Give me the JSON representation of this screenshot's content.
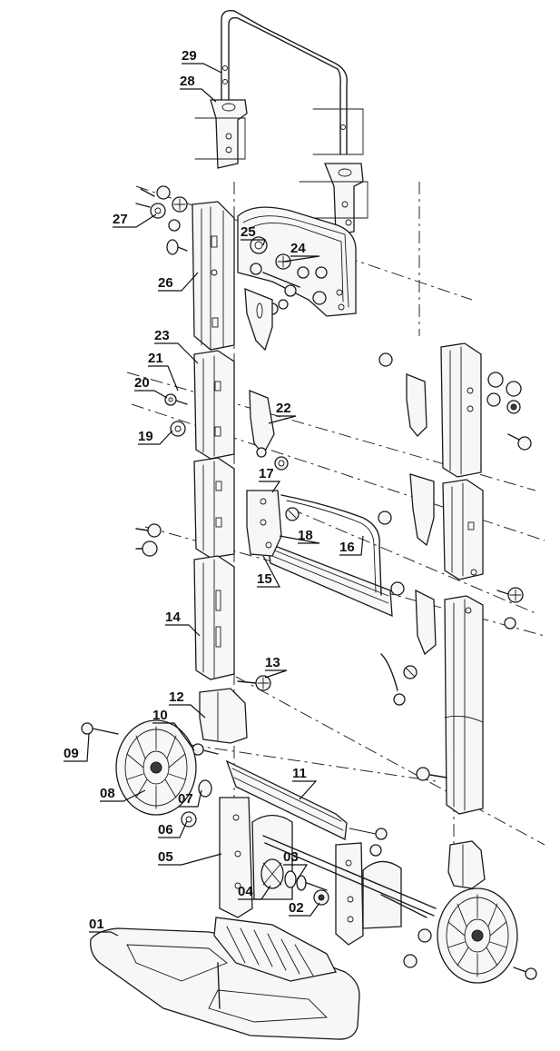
{
  "callouts": [
    {
      "id": "29",
      "label": "29"
    },
    {
      "id": "28",
      "label": "28"
    },
    {
      "id": "27",
      "label": "27"
    },
    {
      "id": "25",
      "label": "25"
    },
    {
      "id": "24",
      "label": "24"
    },
    {
      "id": "26",
      "label": "26"
    },
    {
      "id": "23",
      "label": "23"
    },
    {
      "id": "21",
      "label": "21"
    },
    {
      "id": "20",
      "label": "20"
    },
    {
      "id": "19",
      "label": "19"
    },
    {
      "id": "22",
      "label": "22"
    },
    {
      "id": "17",
      "label": "17"
    },
    {
      "id": "18",
      "label": "18"
    },
    {
      "id": "16",
      "label": "16"
    },
    {
      "id": "15",
      "label": "15"
    },
    {
      "id": "14",
      "label": "14"
    },
    {
      "id": "13",
      "label": "13"
    },
    {
      "id": "12",
      "label": "12"
    },
    {
      "id": "10",
      "label": "10"
    },
    {
      "id": "09",
      "label": "09"
    },
    {
      "id": "08",
      "label": "08"
    },
    {
      "id": "11",
      "label": "11"
    },
    {
      "id": "07",
      "label": "07"
    },
    {
      "id": "06",
      "label": "06"
    },
    {
      "id": "05",
      "label": "05"
    },
    {
      "id": "03",
      "label": "03"
    },
    {
      "id": "04",
      "label": "04"
    },
    {
      "id": "02",
      "label": "02"
    },
    {
      "id": "01",
      "label": "01"
    }
  ]
}
